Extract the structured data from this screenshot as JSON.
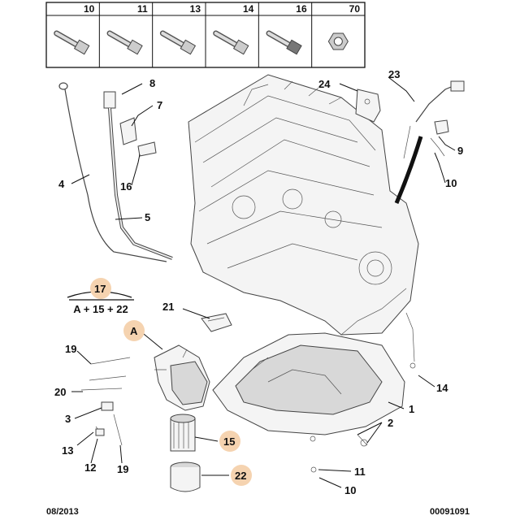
{
  "fastener_table": {
    "columns": [
      "10",
      "11",
      "13",
      "14",
      "16",
      "70"
    ]
  },
  "callouts": {
    "c1": "1",
    "c2": "2",
    "c3": "3",
    "c4": "4",
    "c5": "5",
    "c7": "7",
    "c8": "8",
    "c9": "9",
    "c10": "10",
    "c10b": "10",
    "c11": "11",
    "c12": "12",
    "c13": "13",
    "c14": "14",
    "c15": "15",
    "c16": "16",
    "c17": "17",
    "c19": "19",
    "c19b": "19",
    "c20": "20",
    "c21": "21",
    "c22": "22",
    "c23": "23",
    "c24": "24",
    "cA": "A"
  },
  "kit_formula": "A + 15 + 22",
  "footer": {
    "date": "08/2013",
    "reference": "00091091"
  },
  "colors": {
    "highlight": "#f5d3b0",
    "line": "#111111"
  }
}
